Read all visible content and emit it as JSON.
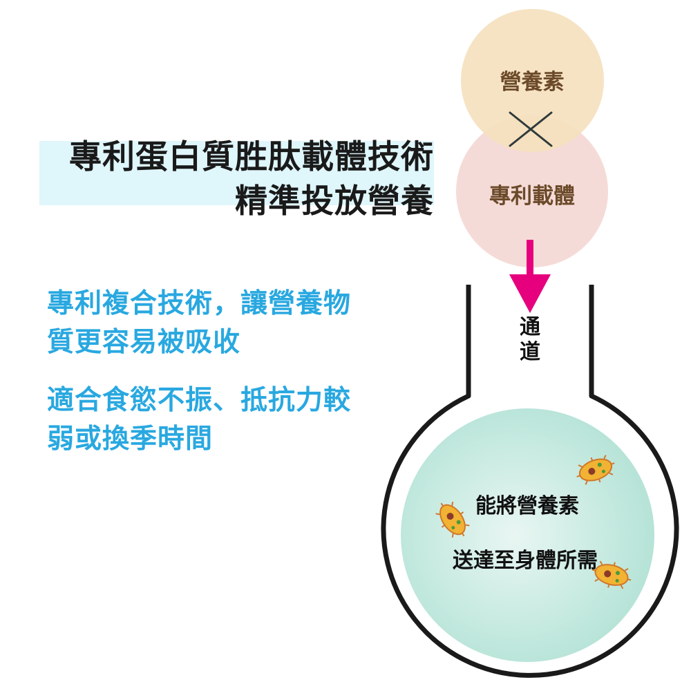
{
  "headline": {
    "line1": "專利蛋白質胜肽載體技術",
    "line2": "精準投放營養"
  },
  "benefits": {
    "block1": {
      "line1": "專利複合技術，讓營養物",
      "line2": "質更容易被吸收"
    },
    "block2": {
      "line1": "適合食慾不振、抵抗力較",
      "line2": "弱或換季時間"
    }
  },
  "diagram": {
    "nutrient_label": "營養素",
    "carrier_label": "專利載體",
    "channel_label": [
      "通",
      "道"
    ],
    "result_line1": "能將營養素",
    "result_line2": "送達至身體所需"
  },
  "colors": {
    "headline_highlight": "#dff6fb",
    "benefit_text": "#29a8e0",
    "nutrient_circle": "#f5e0bc",
    "carrier_circle": "#f2d2cd",
    "arrow": "#e6007e",
    "sphere": "#a5dccd",
    "microbe_body": "#f2b233"
  },
  "icons": {
    "cross": "cross-icon",
    "arrow": "arrow-down-icon",
    "microbe": "microbe-icon"
  }
}
